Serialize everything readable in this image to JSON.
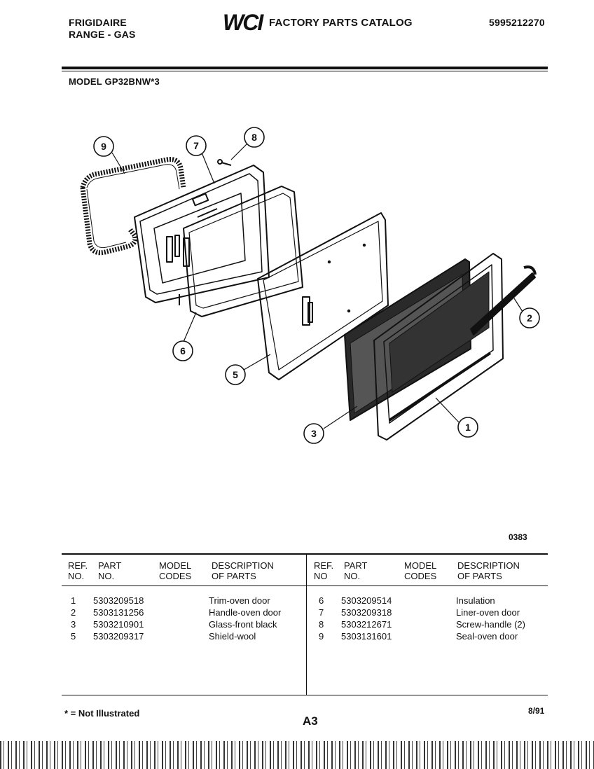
{
  "header": {
    "brand": "FRIGIDAIRE",
    "subtitle": "RANGE - GAS",
    "logo": "WCI",
    "catalog_title": "FACTORY PARTS CATALOG",
    "catalog_number": "5995212270",
    "model": "MODEL GP32BNW*3"
  },
  "diagram": {
    "callouts": [
      "9",
      "7",
      "8",
      "6",
      "5",
      "2",
      "3",
      "1"
    ],
    "figure_code": "0383"
  },
  "table": {
    "headers": {
      "ref": [
        "REF.",
        "NO."
      ],
      "part": [
        "PART",
        "NO."
      ],
      "model": [
        "MODEL",
        "CODES"
      ],
      "desc": [
        "DESCRIPTION",
        "OF PARTS"
      ],
      "ref_right": [
        "REF.",
        "NO"
      ]
    },
    "left_rows": [
      {
        "ref": "1",
        "part": "5303209518",
        "desc": "Trim-oven door"
      },
      {
        "ref": "2",
        "part": "5303131256",
        "desc": "Handle-oven door"
      },
      {
        "ref": "3",
        "part": "5303210901",
        "desc": "Glass-front black"
      },
      {
        "ref": "5",
        "part": "5303209317",
        "desc": "Shield-wool"
      }
    ],
    "right_rows": [
      {
        "ref": "6",
        "part": "5303209514",
        "desc": "Insulation"
      },
      {
        "ref": "7",
        "part": "5303209318",
        "desc": "Liner-oven door"
      },
      {
        "ref": "8",
        "part": "5303212671",
        "desc": "Screw-handle (2)"
      },
      {
        "ref": "9",
        "part": "5303131601",
        "desc": "Seal-oven door"
      }
    ]
  },
  "footer": {
    "note": "* = Not Illustrated",
    "page": "A3",
    "date": "8/91"
  }
}
